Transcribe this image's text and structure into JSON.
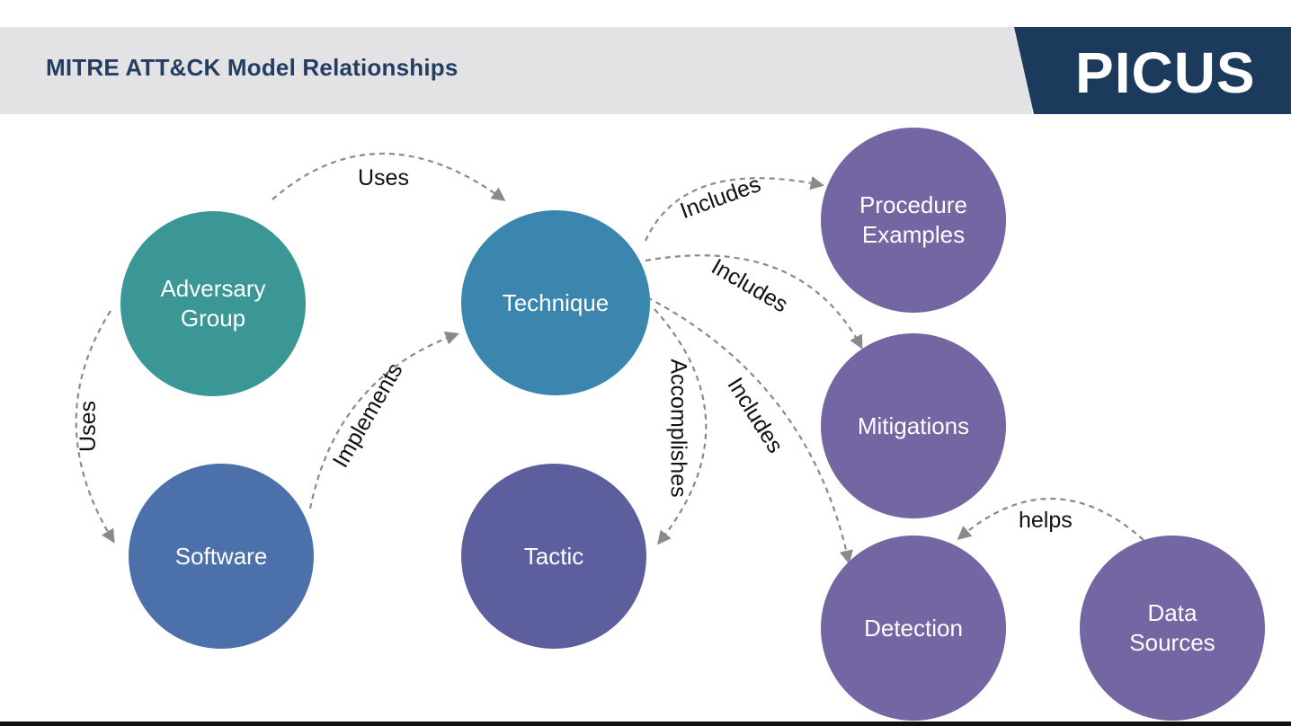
{
  "slide": {
    "title": "MITRE ATT&CK Model Relationships",
    "logo": "PICUS"
  },
  "colors": {
    "header_band": "#e3e3e5",
    "title_text": "#233e60",
    "logo_bg": "#1c3a5c",
    "adversary_group": "#3a9796",
    "technique": "#3a86ae",
    "software": "#4c71aa",
    "tactic": "#5d5e9e",
    "purple_nodes": "#7465a3",
    "arrow": "#8a8a8a"
  },
  "nodes": {
    "adversary_group": "Adversary Group",
    "technique": "Technique",
    "software": "Software",
    "tactic": "Tactic",
    "procedure_examples": "Procedure Examples",
    "mitigations": "Mitigations",
    "detection": "Detection",
    "data_sources": "Data Sources"
  },
  "edges": {
    "group_uses_technique": "Uses",
    "group_uses_software": "Uses",
    "software_implements_technique": "Implements",
    "technique_accomplishes_tactic": "Accomplishes",
    "technique_includes_procedures": "Includes",
    "technique_includes_mitigations": "Includes",
    "technique_includes_detection": "Includes",
    "data_sources_helps_detection": "helps"
  }
}
